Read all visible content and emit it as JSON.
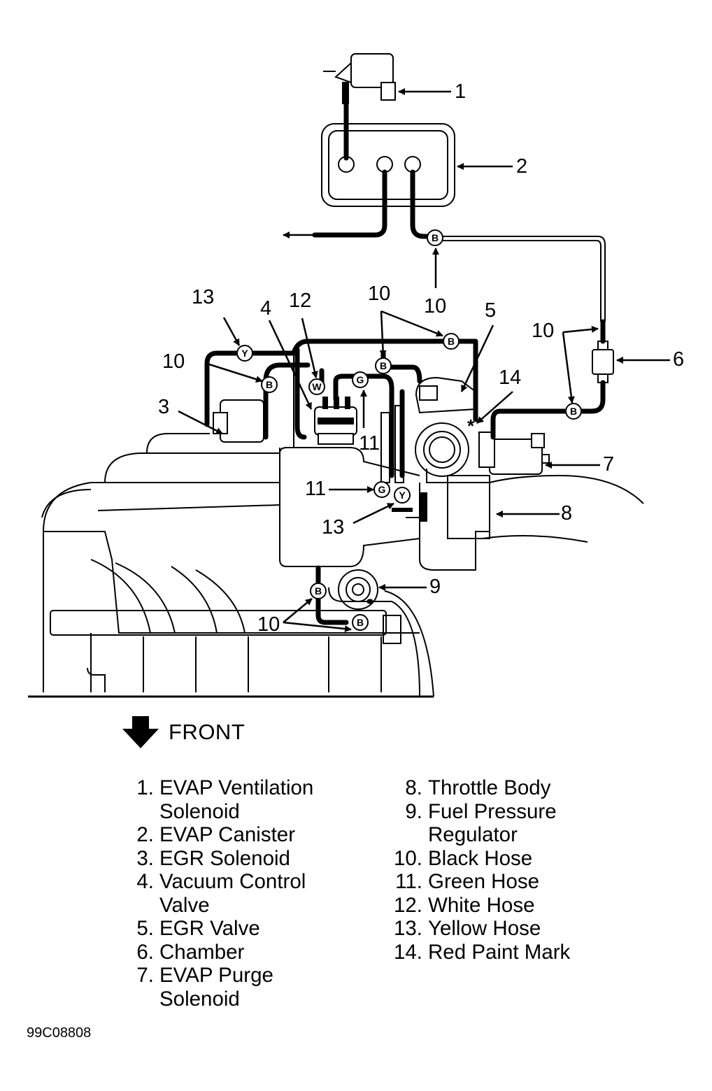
{
  "callouts": {
    "c1": "1",
    "c2": "2",
    "c3": "3",
    "c4": "4",
    "c5": "5",
    "c6": "6",
    "c7": "7",
    "c8": "8",
    "c9": "9",
    "c10a": "10",
    "c10b": "10",
    "c10c": "10",
    "c10d": "10",
    "c10e": "10",
    "c11a": "11",
    "c11b": "11",
    "c12": "12",
    "c13a": "13",
    "c13b": "13",
    "c14": "14"
  },
  "hose_markers": {
    "black": "B",
    "green": "G",
    "white": "W",
    "yellow": "Y"
  },
  "red_paint_symbol": "*",
  "front_label": "FRONT",
  "legend_left": [
    {
      "num": "1.",
      "lines": [
        "EVAP Ventilation",
        "Solenoid"
      ]
    },
    {
      "num": "2.",
      "lines": [
        "EVAP Canister"
      ]
    },
    {
      "num": "3.",
      "lines": [
        "EGR Solenoid"
      ]
    },
    {
      "num": "4.",
      "lines": [
        "Vacuum Control",
        "Valve"
      ]
    },
    {
      "num": "5.",
      "lines": [
        "EGR Valve"
      ]
    },
    {
      "num": "6.",
      "lines": [
        "Chamber"
      ]
    },
    {
      "num": "7.",
      "lines": [
        "EVAP Purge",
        "Solenoid"
      ]
    }
  ],
  "legend_right": [
    {
      "num": "8.",
      "lines": [
        "Throttle Body"
      ]
    },
    {
      "num": "9.",
      "lines": [
        "Fuel Pressure",
        "Regulator"
      ]
    },
    {
      "num": "10.",
      "lines": [
        "Black Hose"
      ]
    },
    {
      "num": "11.",
      "lines": [
        "Green Hose"
      ]
    },
    {
      "num": "12.",
      "lines": [
        "White Hose"
      ]
    },
    {
      "num": "13.",
      "lines": [
        "Yellow Hose"
      ]
    },
    {
      "num": "14.",
      "lines": [
        "Red Paint Mark"
      ]
    }
  ],
  "figure_id": "99C08808"
}
